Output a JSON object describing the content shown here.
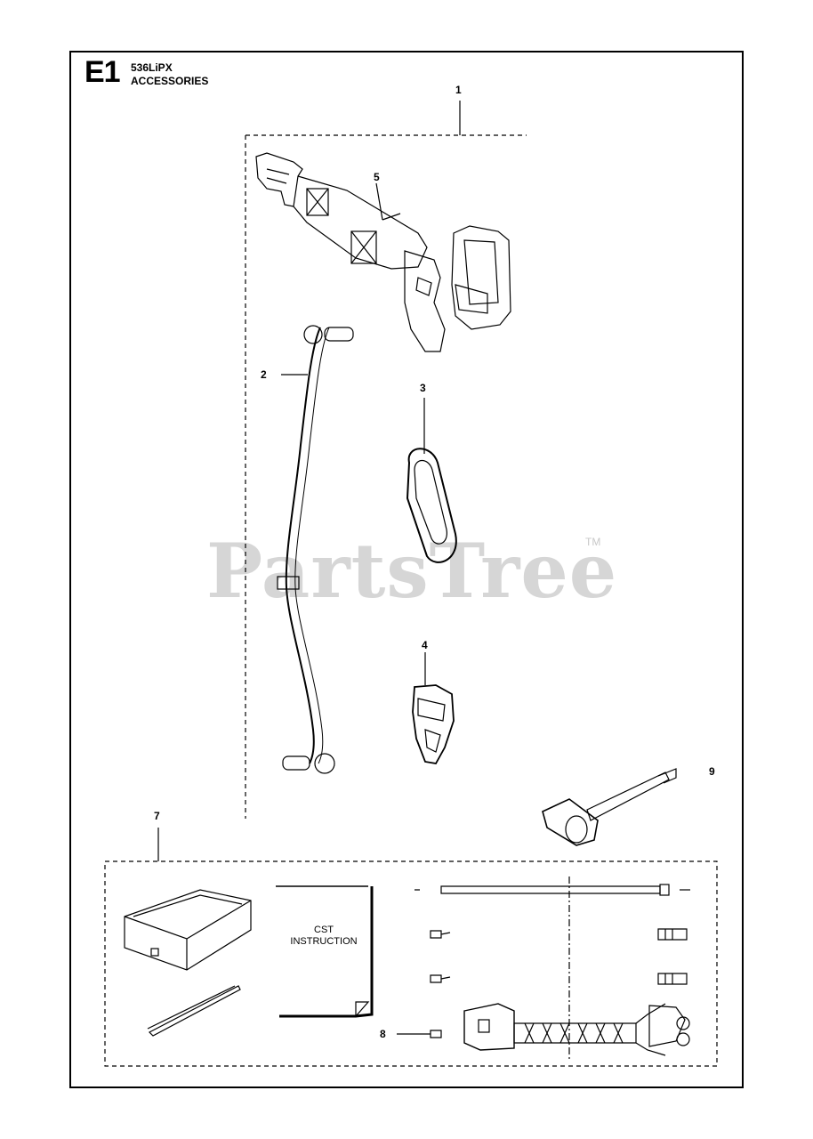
{
  "header": {
    "section_code": "E1",
    "model": "536LiPX",
    "section_name": "ACCESSORIES"
  },
  "callouts": [
    "1",
    "2",
    "3",
    "4",
    "5",
    "7",
    "8",
    "9"
  ],
  "booklet_label": {
    "line1": "CST",
    "line2": "INSTRUCTION"
  },
  "watermark": {
    "text": "PartsTree",
    "trademark": "TM"
  }
}
